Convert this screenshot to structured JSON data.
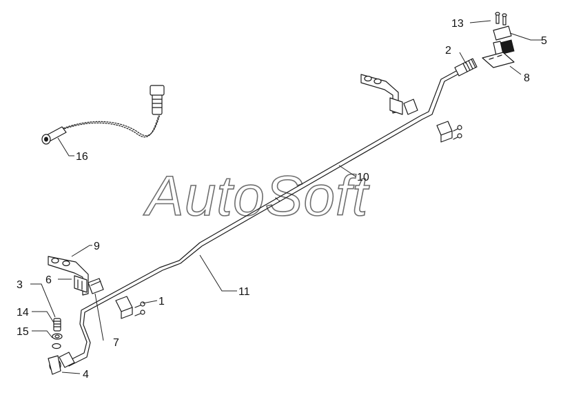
{
  "watermark": {
    "text": "AutoSoft"
  },
  "callouts": {
    "c1": "1",
    "c2": "2",
    "c3": "3",
    "c4": "4",
    "c5": "5",
    "c6": "6",
    "c7": "7",
    "c8": "8",
    "c9": "9",
    "c10": "10",
    "c11": "11",
    "c13": "13",
    "c14": "14",
    "c15": "15",
    "c16": "16"
  },
  "colors": {
    "line": "#1a1a1a",
    "watermark_stroke": "#6e6e6e",
    "background": "#ffffff"
  }
}
